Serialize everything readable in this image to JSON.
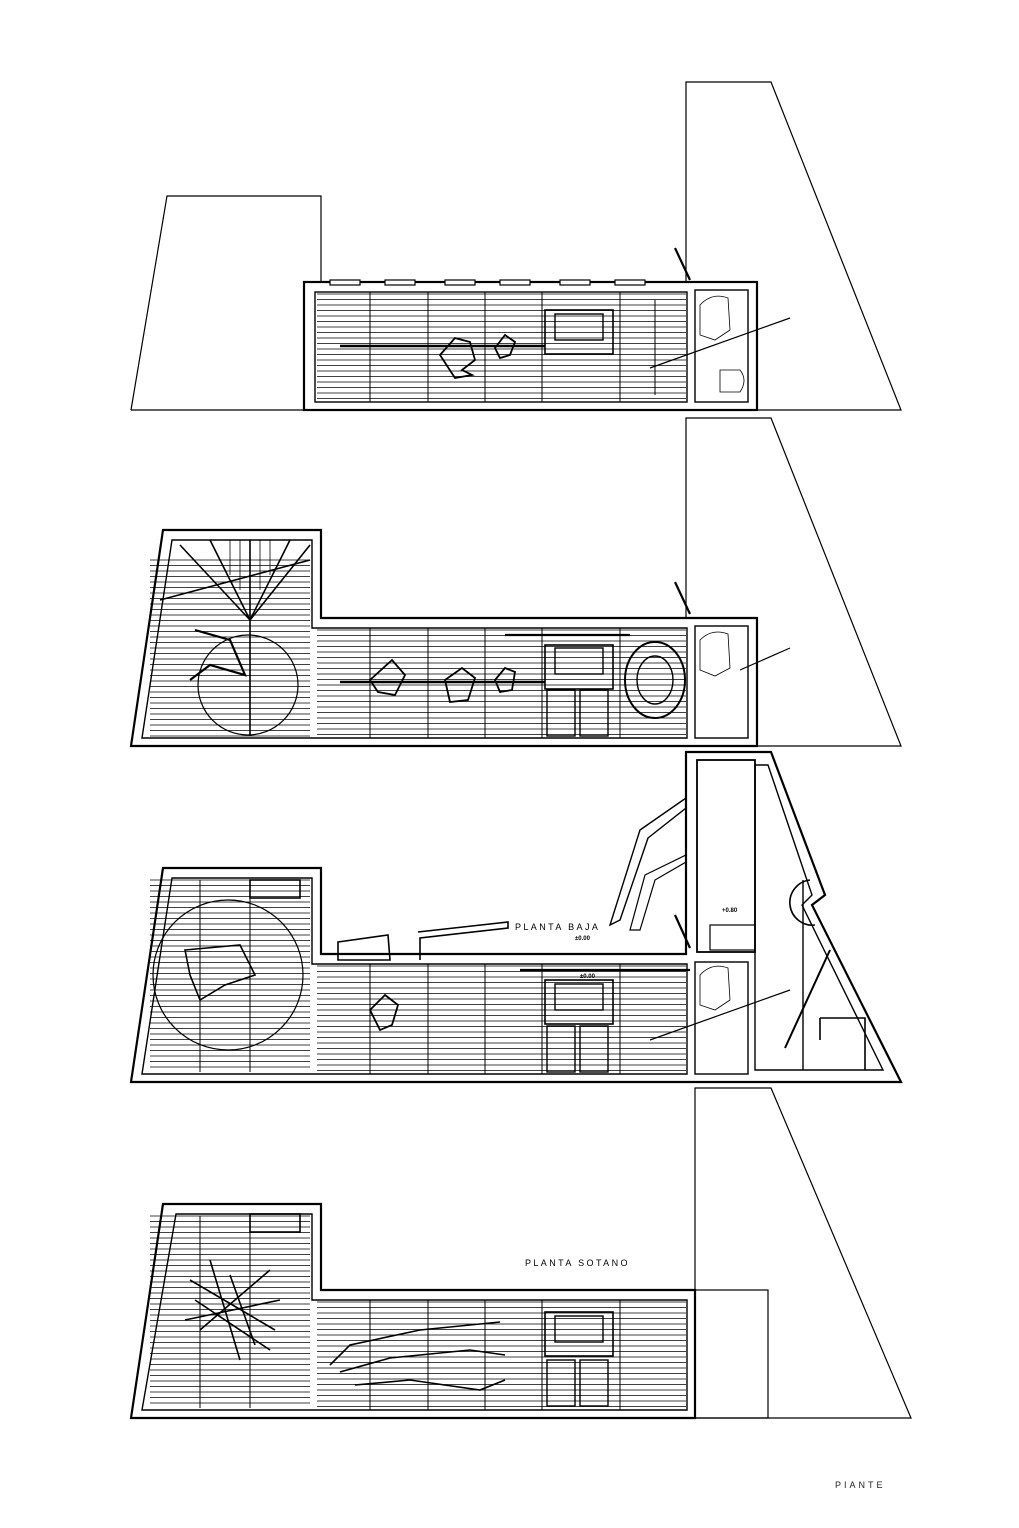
{
  "sheet": {
    "stamp": "PIANTE"
  },
  "plans": [
    {
      "id": "plan-upper",
      "label": ""
    },
    {
      "id": "plan-first",
      "label": ""
    },
    {
      "id": "plan-ground",
      "label": "PLANTA BAJA",
      "levels": [
        "±0.00",
        "±0.00",
        "+0.80"
      ]
    },
    {
      "id": "plan-basement",
      "label": "PLANTA SOTANO"
    }
  ],
  "colors": {
    "ink": "#000000",
    "paper": "#ffffff"
  }
}
